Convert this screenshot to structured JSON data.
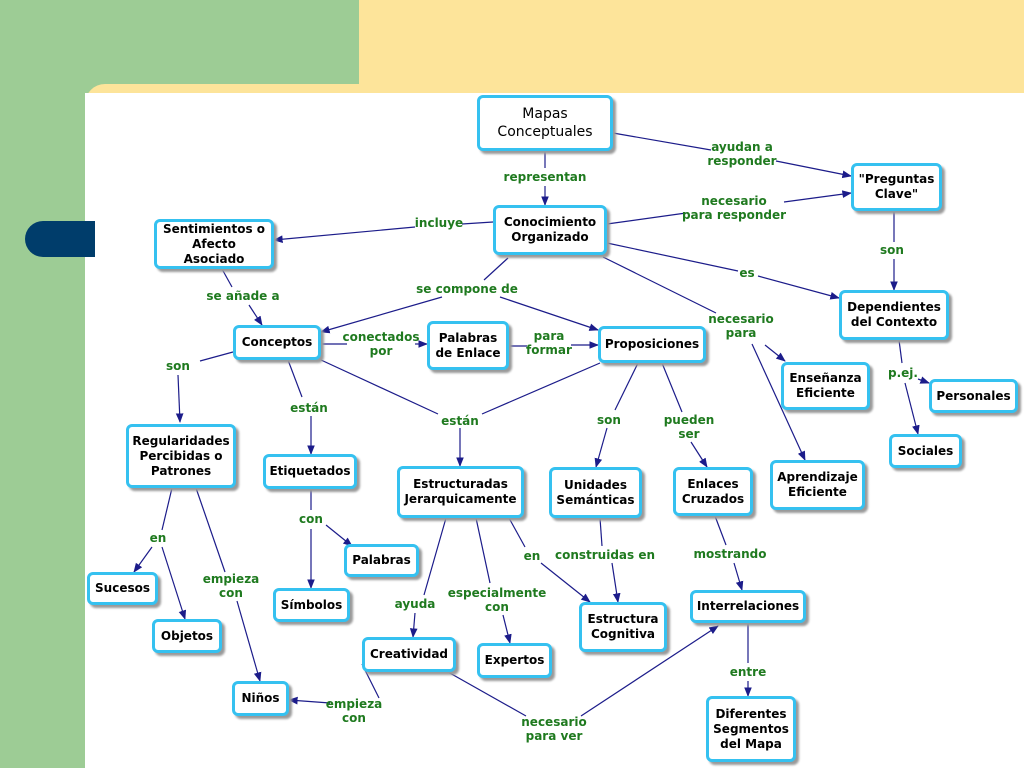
{
  "colors": {
    "slide_green": "#9dcc95",
    "slide_yellow": "#fde49a",
    "slide_navy_pill": "#003d6b",
    "node_border": "#35c1f0",
    "linking_text": "#1f7a1f",
    "arrow": "#1c1c8a"
  },
  "concepts": {
    "mapas": "Mapas\nConceptuales",
    "preguntas": "\"Preguntas\nClave\"",
    "conocimiento": "Conocimiento\nOrganizado",
    "sentimientos": "Sentimientos o\nAfecto Asociado",
    "dependientes": "Dependientes\ndel Contexto",
    "conceptos": "Conceptos",
    "palabras_enlace": "Palabras\nde Enlace",
    "proposiciones": "Proposiciones",
    "ensenanza": "Enseñanza\nEficiente",
    "personales": "Personales",
    "regularidades": "Regularidades\nPercibidas o\nPatrones",
    "etiquetados": "Etiquetados",
    "estructuradas": "Estructuradas\nJerarquicamente",
    "unidades": "Unidades\nSemánticas",
    "enlaces_cruzados": "Enlaces\nCruzados",
    "aprendizaje": "Aprendizaje\nEficiente",
    "sociales": "Sociales",
    "palabras": "Palabras",
    "sucesos": "Sucesos",
    "simbolos": "Símbolos",
    "objetos": "Objetos",
    "estructura_cognitiva": "Estructura\nCognitiva",
    "interrelaciones": "Interrelaciones",
    "creatividad": "Creatividad",
    "expertos": "Expertos",
    "ninos": "Niños",
    "diferentes": "Diferentes\nSegmentos\ndel Mapa"
  },
  "links": {
    "ayudan": "ayudan a\nresponder",
    "representan": "representan",
    "necesario_responder": "necesario\npara responder",
    "incluye": "incluye",
    "son_clave": "son",
    "es": "es",
    "se_compone": "se compone de",
    "se_anade": "se añade a",
    "necesario_para": "necesario\npara",
    "conectados": "conectados\npor",
    "para_formar": "para\nformar",
    "pej": "p.ej.",
    "son_conceptos": "son",
    "estan_conceptos": "están",
    "estan_main": "están",
    "son_prop": "son",
    "pueden_ser": "pueden\nser",
    "en_reg": "en",
    "con_etiq": "con",
    "empieza_reg": "empieza\ncon",
    "en_estruct": "en",
    "construidas": "construidas en",
    "especialmente": "especialmente\ncon",
    "mostrando": "mostrando",
    "ayuda": "ayuda",
    "entre": "entre",
    "empieza_creat": "empieza\ncon",
    "necesario_ver": "necesario\npara ver"
  }
}
